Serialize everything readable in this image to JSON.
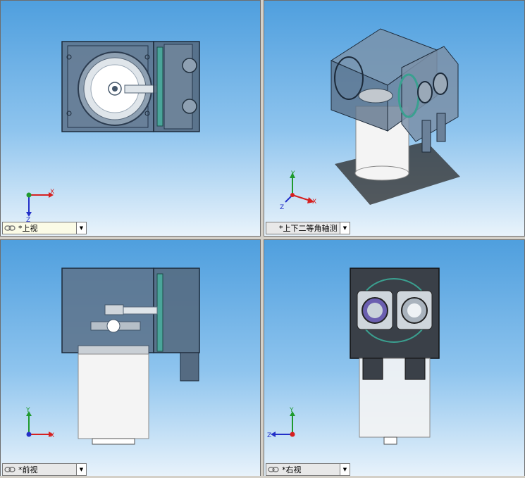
{
  "viewports": {
    "top_left": {
      "view_name": "*上视",
      "axis_labels": {
        "h": "X",
        "v": "Z"
      }
    },
    "top_right": {
      "view_name": "*上下二等角轴测",
      "axis_labels": {
        "y": "Y",
        "x": "X",
        "z": "Z"
      }
    },
    "bottom_left": {
      "view_name": "*前视",
      "axis_labels": {
        "h": "X",
        "v": "Y"
      }
    },
    "bottom_right": {
      "view_name": "*右视",
      "axis_labels": {
        "h": "Z",
        "v": "Y"
      }
    }
  },
  "colors": {
    "background_top": "#4f9fde",
    "background_bottom": "#e9f3fb",
    "housing": "#5a6f86",
    "motor": "#f4f4f4",
    "x_axis": "#d62020",
    "y_axis": "#1f9a2e",
    "z_axis": "#2330c8"
  },
  "icons": [
    "link-icon",
    "chevron-down-icon"
  ]
}
